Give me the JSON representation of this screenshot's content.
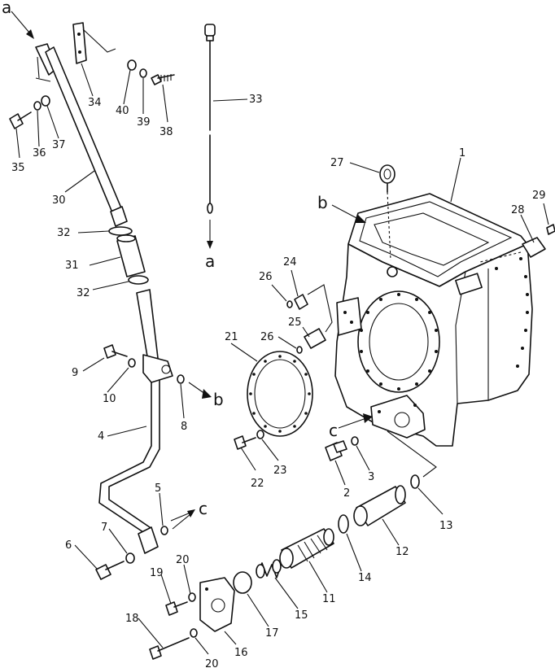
{
  "diagram": {
    "callouts": [
      "1",
      "2",
      "3",
      "4",
      "5",
      "6",
      "7",
      "8",
      "9",
      "10",
      "11",
      "12",
      "13",
      "14",
      "15",
      "16",
      "17",
      "18",
      "19",
      "20",
      "20",
      "21",
      "22",
      "23",
      "24",
      "25",
      "26",
      "26",
      "27",
      "28",
      "29",
      "30",
      "31",
      "32",
      "32",
      "33",
      "34",
      "35",
      "36",
      "37",
      "38",
      "39",
      "40"
    ],
    "letters": [
      "a",
      "a",
      "b",
      "b",
      "c",
      "c"
    ]
  }
}
